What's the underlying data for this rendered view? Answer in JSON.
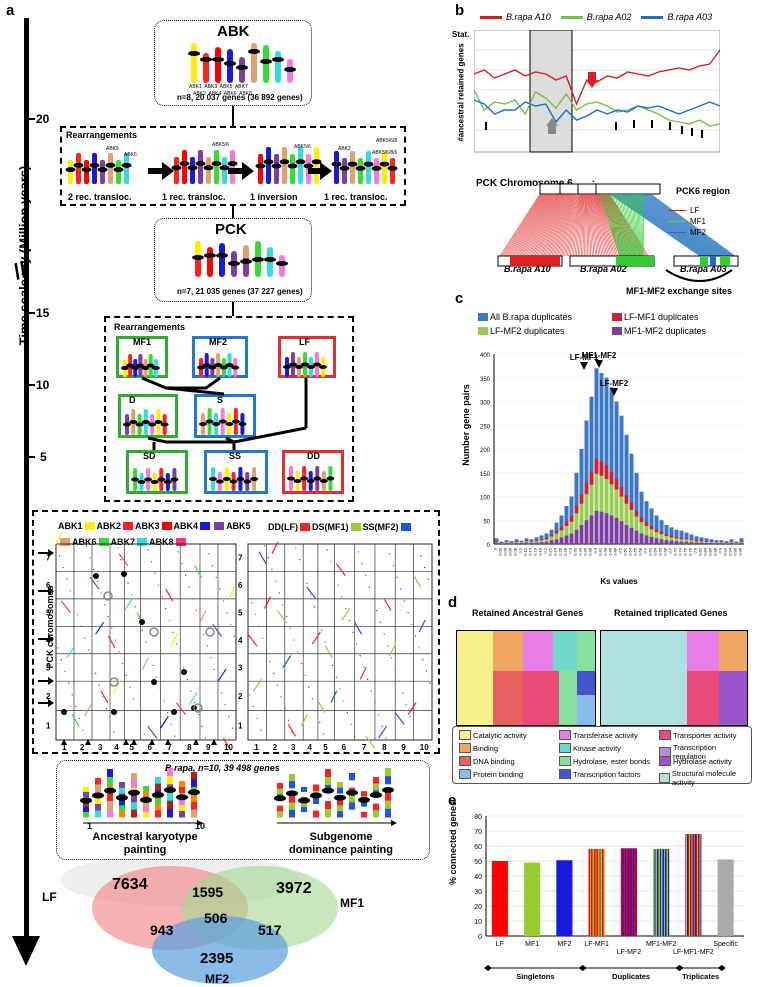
{
  "panels": {
    "a": "a",
    "b": "b",
    "c": "c",
    "d": "d",
    "e": "e"
  },
  "panel_a": {
    "timescale_title": "Time scale my (Million years)",
    "ticks": [
      "20",
      "15",
      "10",
      "5"
    ],
    "abk": {
      "title": "ABK",
      "chrom_labels": [
        "ABK1",
        "ABK2",
        "ABK3",
        "ABK4",
        "ABK5",
        "ABK6",
        "ABK7",
        "ABK8"
      ],
      "summary": "n=8, 20 037 genes (36 892 genes)"
    },
    "rearrangements1": {
      "title": "Rearrangements",
      "step_labels": [
        "2 rec. transloc.",
        "1 rec. transloc.",
        "1 inversion",
        "1 rec. transloc."
      ],
      "annot": [
        "ABK5",
        "ABK6",
        "ABK5/6",
        "ABK5/6",
        "ABK5/6/8",
        "ABK2",
        "ABK5/6/8/6"
      ]
    },
    "pck": {
      "title": "PCK",
      "summary": "n=7, 21 035 genes (37 227 genes)"
    },
    "rearrangements2": {
      "title": "Rearrangements",
      "subgenomes_top": [
        "MF1",
        "MF2",
        "LF"
      ],
      "subgenomes_mid": [
        "D",
        "S"
      ],
      "subgenomes_bottom": [
        "SD",
        "SS",
        "DD"
      ]
    },
    "dotplot_legend_left": [
      "ABK1",
      "ABK2",
      "ABK3",
      "ABK4",
      "ABK5",
      "ABK6",
      "ABK7",
      "ABK8"
    ],
    "dotplot_legend_left_colors": [
      "#ffee00",
      "#ff2222",
      "#ff0000",
      "#1a1adb",
      "#b088d8",
      "#e0a070",
      "#33dd33",
      "#7ad",
      "#ff3377"
    ],
    "dotplot_legend_right": [
      "DD(LF)",
      "DS(MF1)",
      "SS(MF2)"
    ],
    "dotplot_legend_right_colors": [
      "#ff2222",
      "#99cc33",
      "#2255dd"
    ],
    "dotplot_ylabel": "PCK chromosomes",
    "y_ticks": [
      "7",
      "6",
      "5",
      "4",
      "3",
      "2",
      "1"
    ],
    "x_ticks": [
      "1",
      "2",
      "3",
      "4",
      "5",
      "6",
      "7",
      "8",
      "9",
      "10"
    ],
    "brapa": {
      "title": "B.rapa, n=10, 39 498 genes",
      "axis_start": "1",
      "axis_end": "10",
      "left_label": "Ancestral karyotype painting",
      "right_label": "Subgenome dominance painting"
    },
    "venn": {
      "labels": [
        "LF",
        "MF1",
        "MF2"
      ],
      "values": {
        "lf_only": "7634",
        "mf1_only": "3972",
        "mf2_only": "2395",
        "lf_mf1": "1595",
        "lf_mf2": "943",
        "mf1_mf2": "517",
        "all": "506"
      }
    }
  },
  "panel_b": {
    "legend": [
      "B.rapa A10",
      "B.rapa A02",
      "B.rapa A03"
    ],
    "legend_colors": [
      "#cc2222",
      "#77c043",
      "#1f6fbf"
    ],
    "y_label": "#ancestral retained genes",
    "stat_label": "Stat.",
    "x_title": "PCK Chromosome 6",
    "region_label": "PCK6 region",
    "lines_legend": [
      "LF",
      "MF1",
      "MF2"
    ],
    "lines_colors": [
      "#cc2222",
      "#77c043",
      "#1f6fbf"
    ],
    "chrom_labels": [
      "B.rapa A10",
      "B.rapa A02",
      "B.rapa A03"
    ],
    "exchange_label": "MF1-MF2 exchange sites"
  },
  "chart_data": [
    {
      "type": "bar",
      "title": "",
      "legend": [
        "All B.rapa duplicates",
        "LF-MF1 duplicates",
        "LF-MF2 duplicates",
        "MF1-MF2 duplicates"
      ],
      "legend_colors": [
        "#3a77c6",
        "#cc2233",
        "#99cc55",
        "#7b3fa0"
      ],
      "xlabel": "Ks values",
      "ylabel": "Number gene pairs",
      "ylim": [
        0,
        400
      ],
      "yticks": [
        "0",
        "50",
        "100",
        "150",
        "200",
        "250",
        "300",
        "350",
        "400"
      ],
      "annotations": [
        "LF-MF1",
        "MF1-MF2",
        "LF-MF2"
      ],
      "categories": [
        "0",
        "0.02",
        "0.04",
        "0.06",
        "0.08",
        "0.1",
        "0.12",
        "0.14",
        "0.16",
        "0.18",
        "0.2",
        "0.22",
        "0.24",
        "0.26",
        "0.28",
        "0.3",
        "0.32",
        "0.34",
        "0.36",
        "0.38",
        "0.4",
        "0.42",
        "0.44",
        "0.46",
        "0.48",
        "0.5",
        "0.52",
        "0.54",
        "0.56",
        "0.58",
        "0.6",
        "0.62",
        "0.64",
        "0.66",
        "0.68",
        "0.7",
        "0.72",
        "0.74",
        "0.76",
        "0.78",
        "0.8",
        "0.82",
        "0.84",
        "0.86",
        "0.88",
        "0.9",
        "0.92",
        "0.94",
        "0.96",
        "0.98"
      ],
      "series": [
        {
          "name": "All B.rapa duplicates",
          "values": [
            12,
            5,
            8,
            6,
            10,
            7,
            12,
            10,
            14,
            18,
            22,
            30,
            45,
            60,
            80,
            100,
            150,
            200,
            260,
            310,
            370,
            360,
            350,
            330,
            300,
            270,
            230,
            190,
            150,
            110,
            90,
            75,
            60,
            50,
            40,
            35,
            30,
            28,
            24,
            20,
            16,
            14,
            12,
            10,
            8,
            8,
            6,
            10,
            5,
            12
          ]
        },
        {
          "name": "MF1-MF2 duplicates",
          "values": [
            2,
            1,
            2,
            1,
            2,
            2,
            3,
            2,
            3,
            4,
            5,
            8,
            10,
            14,
            18,
            22,
            30,
            40,
            50,
            60,
            70,
            68,
            65,
            60,
            55,
            48,
            40,
            34,
            28,
            22,
            18,
            15,
            12,
            10,
            8,
            7,
            6,
            5,
            5,
            4,
            3,
            3,
            2,
            2,
            2,
            2,
            1,
            2,
            1,
            2
          ]
        },
        {
          "name": "LF-MF2 duplicates",
          "values": [
            2,
            1,
            2,
            1,
            2,
            2,
            3,
            2,
            3,
            4,
            5,
            8,
            12,
            15,
            20,
            25,
            35,
            45,
            55,
            65,
            78,
            76,
            72,
            66,
            60,
            52,
            45,
            38,
            30,
            24,
            20,
            16,
            13,
            11,
            9,
            7,
            6,
            5,
            5,
            4,
            3,
            3,
            2,
            2,
            2,
            2,
            1,
            2,
            1,
            2
          ]
        },
        {
          "name": "LF-MF1 duplicates",
          "values": [
            1,
            1,
            1,
            1,
            1,
            1,
            2,
            1,
            2,
            2,
            3,
            4,
            6,
            8,
            10,
            12,
            16,
            20,
            24,
            28,
            32,
            30,
            28,
            26,
            22,
            20,
            18,
            15,
            12,
            10,
            8,
            7,
            6,
            5,
            4,
            4,
            3,
            3,
            2,
            2,
            2,
            2,
            1,
            1,
            1,
            1,
            1,
            1,
            1,
            1
          ]
        }
      ]
    },
    {
      "type": "bar",
      "title": "",
      "xlabel": "",
      "ylabel": "% connected genes",
      "ylim": [
        0,
        80
      ],
      "yticks": [
        "0",
        "10",
        "20",
        "30",
        "40",
        "50",
        "60",
        "70",
        "80"
      ],
      "categories": [
        "LF",
        "MF1",
        "MF2",
        "LF-MF1",
        "LF-MF2",
        "MF1-MF2",
        "LF-MF1-MF2",
        "Specific"
      ],
      "values": [
        50,
        49,
        50.5,
        58,
        58.5,
        58,
        68,
        51
      ],
      "colors": [
        "#ff0000",
        "#99cc33",
        "#1a1adb",
        "gradient-rg",
        "gradient-rb",
        "gradient-gb",
        "gradient-rgb",
        "#aaaaaa"
      ],
      "groups": [
        "Singletons",
        "Duplicates",
        "Triplicates"
      ]
    }
  ],
  "panel_d": {
    "titles": [
      "Retained Ancestral Genes",
      "Retained triplicated Genes"
    ],
    "legend": [
      {
        "label": "Catalytic activity",
        "color": "#f5f08a"
      },
      {
        "label": "Transferase activity",
        "color": "#e97fe6"
      },
      {
        "label": "Transporter activity",
        "color": "#e84a7a"
      },
      {
        "label": "Binding",
        "color": "#f0a860"
      },
      {
        "label": "Kinase activity",
        "color": "#6fd8c8"
      },
      {
        "label": "Transcription regulation",
        "color": "#b090d8"
      },
      {
        "label": "DNA binding",
        "color": "#e86060"
      },
      {
        "label": "Hydrolase, ester bonds",
        "color": "#88e0a0"
      },
      {
        "label": "Hydrolase activity",
        "color": "#9955cc"
      },
      {
        "label": "Protein binding",
        "color": "#88bbee"
      },
      {
        "label": "Transcription factors",
        "color": "#4455cc"
      },
      {
        "label": "Structural molecule activity",
        "color": "#b0e0e0"
      }
    ]
  }
}
